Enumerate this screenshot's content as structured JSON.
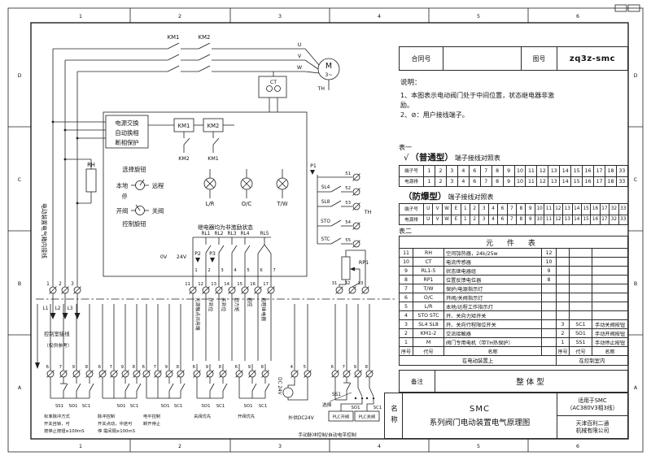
{
  "frame": {
    "cols": [
      "1",
      "2",
      "3",
      "4",
      "5",
      "6"
    ],
    "rows": [
      "D",
      "C",
      "B",
      "A"
    ]
  },
  "top_block": {
    "contract": "合同号",
    "drawing": "图号",
    "number": "zq3z-smc"
  },
  "notes": {
    "title": "说明：",
    "l1": "1、本图表示电动阀门处于中间位置，状态继电器非激励。",
    "l2": "2、⊘：用户接线端子。"
  },
  "tables": {
    "b1": "表一",
    "b2": "表二",
    "t1": {
      "check": "√",
      "type": "（普通型）",
      "title": "端子接线对照表",
      "row1": "端子号",
      "row2": "电源排",
      "cells": [
        "1",
        "2",
        "3",
        "4",
        "6",
        "7",
        "8",
        "9",
        "10",
        "11",
        "12",
        "13",
        "14",
        "15",
        "16",
        "17",
        "18",
        "33"
      ]
    },
    "t2": {
      "type": "（防爆型）",
      "title": "端子接线对照表",
      "row1": "端子号",
      "row2": "电源排",
      "cells": [
        "U",
        "V",
        "W",
        "E",
        "1",
        "2",
        "3",
        "4",
        "6",
        "7",
        "8",
        "9",
        "10",
        "11",
        "12",
        "13",
        "14",
        "15",
        "16",
        "17",
        "32",
        "33"
      ]
    },
    "components": {
      "title": "元 件 表",
      "rows": [
        {
          "n": "11",
          "c": "RH",
          "m": "空间加热器，24k/25w",
          "r": "12",
          "rn": "",
          "rc": "",
          "rm": ""
        },
        {
          "n": "10",
          "c": "CT",
          "m": "电流传感器",
          "r": "10",
          "rn": "",
          "rc": "",
          "rm": ""
        },
        {
          "n": "9",
          "c": "RL1-5",
          "m": "状态继电器组",
          "r": "9",
          "rn": "",
          "rc": "",
          "rm": ""
        },
        {
          "n": "8",
          "c": "RP1",
          "m": "位置反馈电位器",
          "r": "8",
          "rn": "",
          "rc": "",
          "rm": ""
        },
        {
          "n": "7",
          "c": "T/W",
          "m": "保护/电源指示灯",
          "r": "",
          "rn": "",
          "rc": "",
          "rm": ""
        },
        {
          "n": "6",
          "c": "O/C",
          "m": "开阀/关阀指示灯",
          "r": "",
          "rn": "",
          "rc": "",
          "rm": ""
        },
        {
          "n": "5",
          "c": "L/R",
          "m": "本地/远程工作指示灯",
          "r": "",
          "rn": "",
          "rc": "",
          "rm": ""
        },
        {
          "n": "4",
          "c": "STO STC",
          "m": "开、关向力矩开关",
          "r": "",
          "rn": "",
          "rc": "",
          "rm": ""
        },
        {
          "n": "3",
          "c": "SL4 SL8",
          "m": "开、关向行程限位开关",
          "r": "",
          "rn": "3",
          "rc": "SC1",
          "rm": "手动关阀按钮"
        },
        {
          "n": "2",
          "c": "KM1-2",
          "m": "交流接触器",
          "r": "",
          "rn": "2",
          "rc": "SO1",
          "rm": "手动开阀按钮"
        },
        {
          "n": "1",
          "c": "M",
          "m": "阀门专用电机（带TH热保护）",
          "r": "",
          "rn": "1",
          "rc": "SS1",
          "rm": "手动停止按钮"
        }
      ],
      "footer": {
        "n": "序号",
        "c": "代号",
        "m": "名称",
        "r": "",
        "rn": "序号",
        "rc": "代号",
        "rm": "名称"
      },
      "loc_left": "在电动装置上",
      "loc_right": "在控制室内"
    },
    "remark_label": "备注",
    "remark": "整体型"
  },
  "title_block": {
    "name": "名称",
    "product": "SMC",
    "series": "系列阀门电动装置电气原理图",
    "apply1": "适用于SMC",
    "apply2": "（AC380V3相3线）",
    "company1": "天津百利二通",
    "company2": "机械有限公司"
  },
  "labels": {
    "km1": "KM1",
    "km2": "KM2",
    "u": "U",
    "v": "V",
    "w": "W",
    "motor": "M",
    "motor_ph": "3~",
    "th_motor": "TH",
    "ct": "CT",
    "pwr1": "电源交换",
    "pwr2": "自动换相",
    "pwr3": "断相保护",
    "km1_coil": "KM1",
    "km2_coil": "KM2",
    "km2_aux": "KM2",
    "km1_aux": "KM1",
    "rh": "RH",
    "sel_knob": "选择旋钮",
    "local": "本地",
    "remote": "远程",
    "mid": "停",
    "open_v": "开阀",
    "close_v": "关阀",
    "ctrl_knob": "控制旋钮",
    "lr": "L/R",
    "oc": "O/C",
    "tw": "T/W",
    "relay_note": "继电器均为非激励状态",
    "rl": [
      "RL1",
      "RL2",
      "RL3",
      "RL4",
      "RL5"
    ],
    "v0": "0V",
    "v24": "24V",
    "p1": "P1",
    "p2": "P2",
    "p3": "P3",
    "pins": [
      "1",
      "2",
      "3",
      "4",
      "5",
      "6",
      "7"
    ],
    "term_l": [
      "1",
      "2",
      "3"
    ],
    "phase": [
      "L1",
      "L2",
      "L3"
    ],
    "term_m": [
      "11",
      "12",
      "13",
      "14",
      "15",
      "16",
      "17"
    ],
    "vt": [
      "无源触点共用端",
      "开到位",
      "关到位",
      "过力矩",
      "远控",
      "远程继电器"
    ],
    "term_r": [
      "31",
      "32",
      "33"
    ],
    "rp1": "RP1",
    "term_s": [
      "51",
      "52",
      "53",
      "54",
      "55"
    ],
    "sl4": "SL4",
    "sl8": "SL8",
    "sto": "STO",
    "stc": "STC",
    "th_ctrl": "TH",
    "left_note": "电动装置电气箱内接线",
    "ctrl_room": "控制室接线",
    "ref_only": "（仅供参考）",
    "dc24": "DC 24V",
    "select": "选择",
    "plc_open": "PLC开阀",
    "plc_close": "PLC关阀",
    "manual_auto": "手动脉冲控制/自动电平控制"
  },
  "fragments": [
    {
      "t": [
        "6",
        "7",
        "9",
        "8"
      ],
      "b": [
        "SS1",
        "SO1",
        "SC1"
      ],
      "cap": [
        "标准脉冲方式",
        "开关自锁，可",
        "按停止按钮≥100mS"
      ]
    },
    {
      "t": [
        "6",
        "7",
        "9",
        "8"
      ],
      "b": [
        "SO1",
        "SC1"
      ],
      "cap": [
        "脉冲控制",
        "开关点动，中途可",
        "停 需间隔≥100mS"
      ]
    },
    {
      "t": [
        "6",
        "7",
        "9",
        "8"
      ],
      "b": [
        "SO1",
        "SC1"
      ],
      "cap": [
        "电平控制",
        "断开停止"
      ]
    },
    {
      "t": [
        "6",
        "9",
        "8"
      ],
      "b": [
        "SO1",
        "SC1"
      ],
      "cap": [
        "关阀优先"
      ]
    },
    {
      "t": [
        "6",
        "9",
        "8"
      ],
      "b": [
        "SO1",
        "SC1"
      ],
      "cap": [
        "开阀优先"
      ]
    },
    {
      "t": [
        "4",
        "5"
      ],
      "b": [],
      "cap": [
        "外供DC24V"
      ]
    },
    {
      "t": [
        "6",
        "7",
        "9",
        "8"
      ],
      "b": [
        "SS1",
        "SO1",
        "SC1"
      ],
      "cap": []
    }
  ]
}
